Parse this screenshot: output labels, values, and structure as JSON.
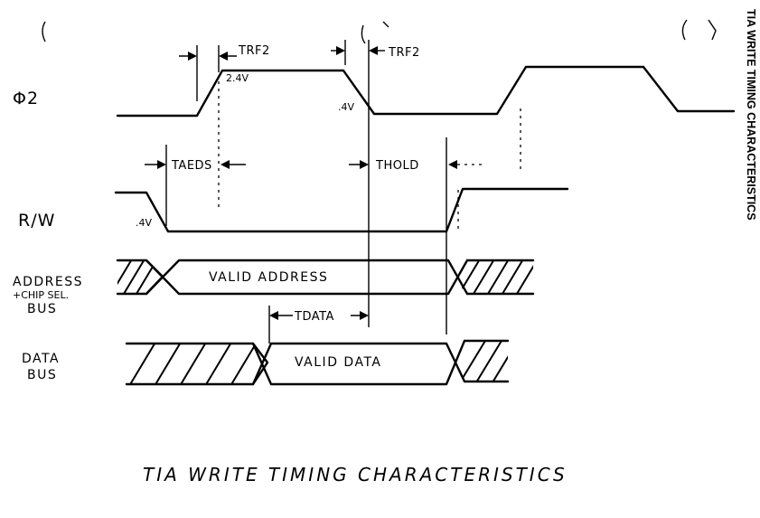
{
  "diagram": {
    "side_caption": "TIA WRITE TIMING CHARACTERISTICS",
    "title": "TIA WRITE TIMING CHARACTERISTICS",
    "signals": {
      "phi2": "Φ2",
      "rw": "R/W",
      "address_line1": "ADDRESS",
      "address_line2": "+CHIP SEL.",
      "address_line3": "BUS",
      "data_line1": "DATA",
      "data_line2": "BUS"
    },
    "bus_values": {
      "valid_address": "VALID ADDRESS",
      "valid_data": "VALID DATA"
    },
    "levels": {
      "high": "2.4V",
      "low_phi2": ".4V",
      "low_rw": ".4V"
    },
    "timing_params": {
      "trf2_rise": "TRF2",
      "trf2_fall": "TRF2",
      "taeds": "TAEDS",
      "thold": "THOLD",
      "tdata": "TDATA"
    }
  }
}
